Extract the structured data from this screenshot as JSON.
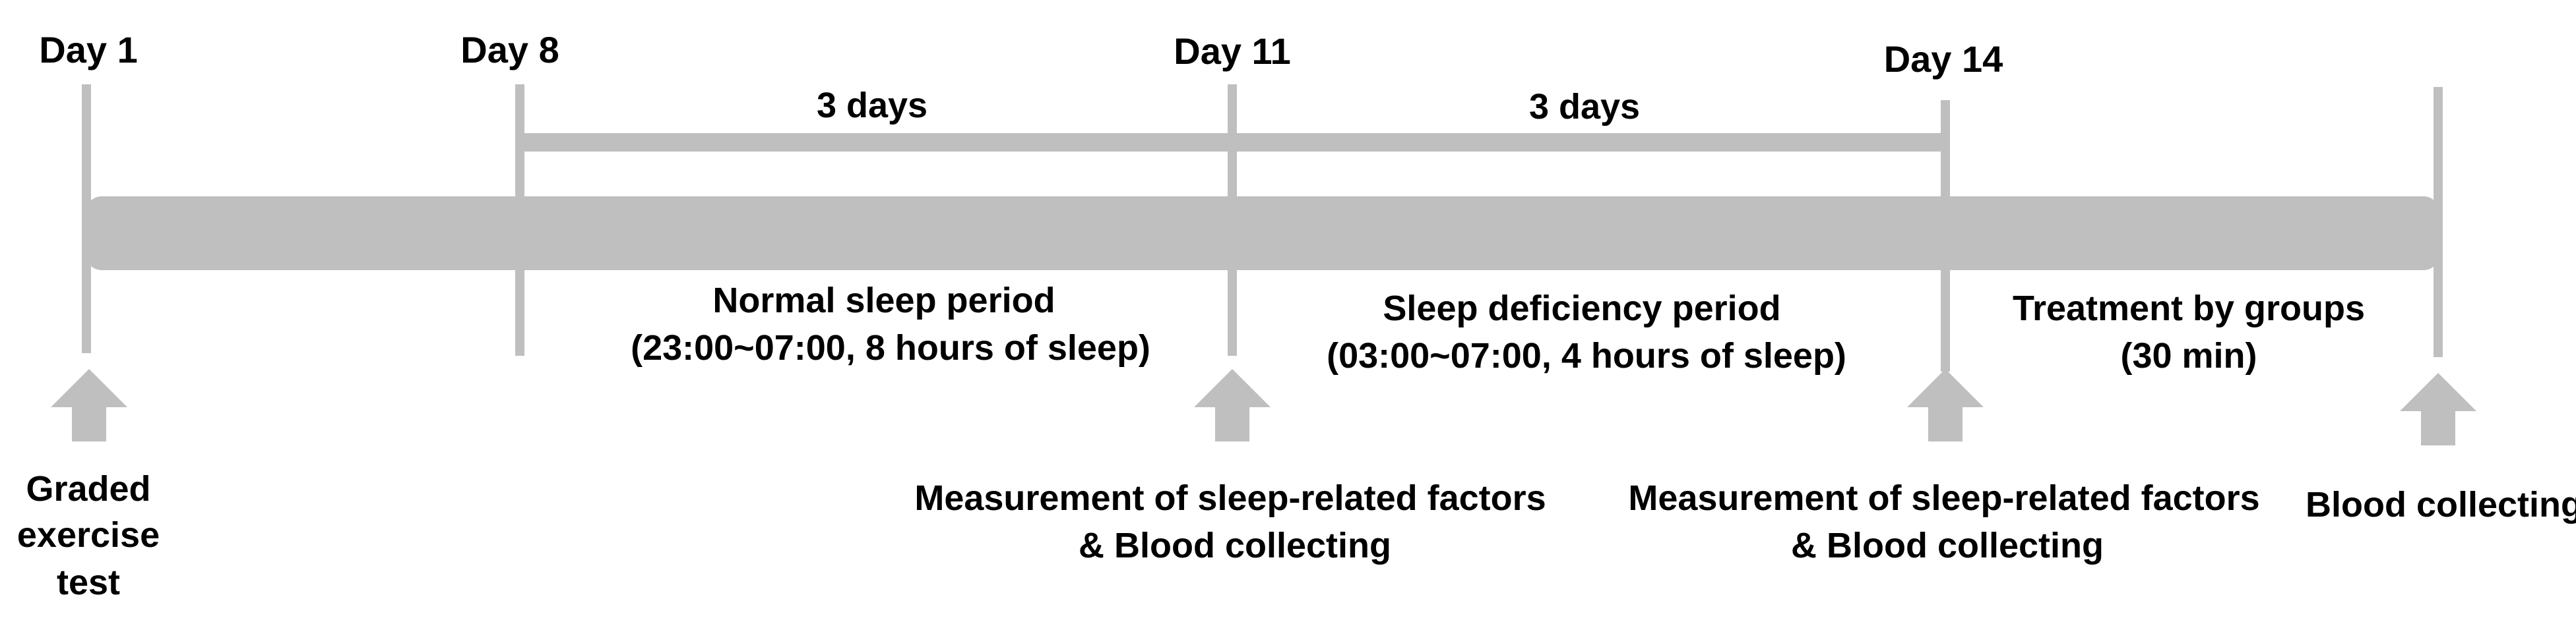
{
  "days": {
    "day1": "Day 1",
    "day8": "Day 8",
    "day11": "Day 11",
    "day14": "Day 14"
  },
  "durations": {
    "first": "3 days",
    "second": "3 days"
  },
  "periods": {
    "normal": {
      "title": "Normal sleep period",
      "detail": "(23:00~07:00, 8 hours of sleep)"
    },
    "deficiency": {
      "title": "Sleep deficiency period",
      "detail": "(03:00~07:00, 4 hours of sleep)"
    },
    "treatment": {
      "title": "Treatment by groups",
      "detail": "(30 min)"
    }
  },
  "events": {
    "day1": [
      "Graded",
      "exercise",
      "test"
    ],
    "day11": [
      "Measurement of sleep-related factors",
      "& Blood collecting"
    ],
    "day14": [
      "Measurement of sleep-related factors",
      "& Blood collecting"
    ],
    "end": [
      "Blood collecting"
    ]
  },
  "colors": {
    "bar": "#bfbfbf",
    "text": "#000000",
    "background": "#ffffff"
  }
}
